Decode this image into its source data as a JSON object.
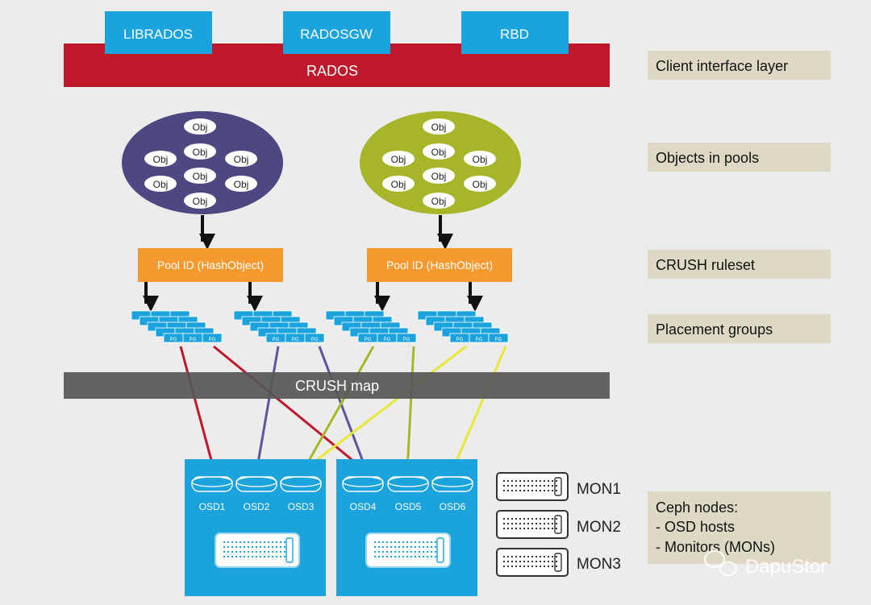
{
  "interfaces": [
    "LIBRADOS",
    "RADOSGW",
    "RBD"
  ],
  "rados_label": "RADOS",
  "object_label": "Obj",
  "pool_id_label": "Pool ID (HashObject)",
  "pg_label": "PG",
  "crush_map_label": "CRUSH map",
  "osds": [
    "OSD1",
    "OSD2",
    "OSD3",
    "OSD4",
    "OSD5",
    "OSD6"
  ],
  "mons": [
    "MON1",
    "MON2",
    "MON3"
  ],
  "layers": {
    "client": "Client interface layer",
    "objects": "Objects in pools",
    "crush_ruleset": "CRUSH ruleset",
    "pgs": "Placement groups",
    "nodes_title": "Ceph nodes:",
    "nodes_osd": "- OSD hosts",
    "nodes_mon": "- Monitors (MONs)"
  },
  "watermark": "DapuStor",
  "colors": {
    "interface": "#1aa3dd",
    "rados": "#c0182b",
    "pool1": "#4d4882",
    "pool2": "#a7b628",
    "pool_id": "#f69a2f",
    "pg": "#1aa3dd",
    "crush_map": "#575757",
    "osd_host": "#1aa3dd",
    "layer_label": "#ddd9c4",
    "red_arrow": "#c0182b",
    "purple_arrow": "#5b5599",
    "green_arrow": "#a7b628",
    "yellow_arrow": "#e8e838"
  }
}
